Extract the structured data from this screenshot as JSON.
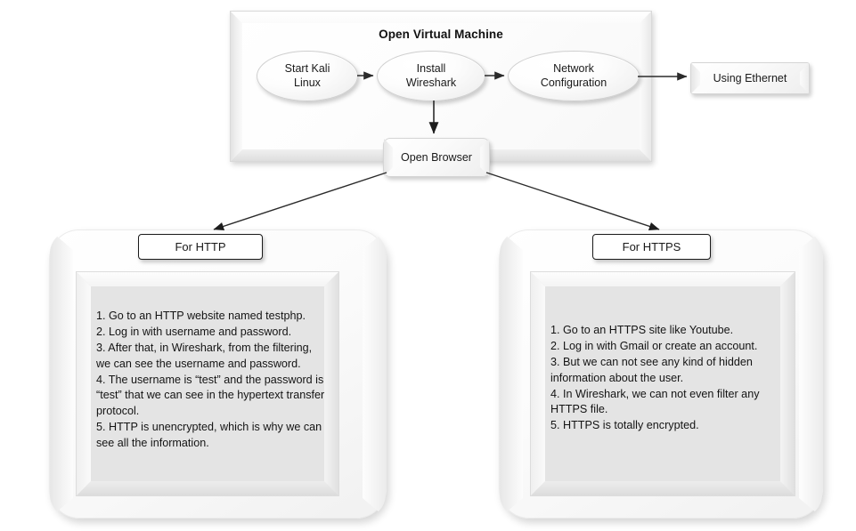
{
  "diagram": {
    "title": "Open Virtual Machine",
    "vm_container": {
      "title": "Open Virtual Machine",
      "nodes": [
        {
          "id": "start-kali-linux",
          "label": "Start Kali\nLinux",
          "shape": "ellipse"
        },
        {
          "id": "install-wireshark",
          "label": "Install\nWireshark",
          "shape": "ellipse"
        },
        {
          "id": "network-configuration",
          "label": "Network\nConfiguration",
          "shape": "ellipse"
        }
      ]
    },
    "ethernet_node": {
      "id": "using-ethernet",
      "label": "Using Ethernet",
      "shape": "rectangle"
    },
    "browser_node": {
      "id": "open-browser",
      "label": "Open Browser",
      "shape": "rectangle"
    },
    "branches": [
      {
        "id": "http",
        "label": "For HTTP",
        "steps_text": "1. Go to an HTTP website named testphp.\n2. Log in with username and password.\n3. After that, in Wireshark, from the filtering, we can see the username and password.\n4. The username is “test” and the password is “test” that we can see in the hypertext transfer protocol.\n5. HTTP is unencrypted, which is why we can see all the information.",
        "steps": [
          "1. Go to an HTTP website named testphp.",
          "2. Log in with username and password.",
          "3. After that, in Wireshark, from the filtering, we can see the username and password.",
          "4. The username is “test” and the password is “test” that we can see in the hypertext transfer protocol.",
          "5. HTTP is unencrypted, which is why we can see all the information."
        ]
      },
      {
        "id": "https",
        "label": "For HTTPS",
        "steps_text": "1. Go to an HTTPS site like Youtube.\n2. Log in with Gmail or create an account.\n3. But we can not see any kind of hidden information about the user.\n4. In Wireshark, we can not even filter any HTTPS file.\n5. HTTPS is totally encrypted.",
        "steps": [
          "1. Go to an HTTPS site like Youtube.",
          "2. Log in with Gmail or create an account.",
          "3. But we can not see any kind of hidden information about the user.",
          "4. In Wireshark, we can not even filter any HTTPS file.",
          "5. HTTPS is totally encrypted."
        ]
      }
    ],
    "edges": [
      {
        "from": "start-kali-linux",
        "to": "install-wireshark",
        "type": "arrow"
      },
      {
        "from": "install-wireshark",
        "to": "network-configuration",
        "type": "arrow"
      },
      {
        "from": "network-configuration",
        "to": "using-ethernet",
        "type": "arrow"
      },
      {
        "from": "install-wireshark",
        "to": "open-browser",
        "type": "arrow"
      },
      {
        "from": "open-browser",
        "to": "http",
        "type": "arrow"
      },
      {
        "from": "open-browser",
        "to": "https",
        "type": "arrow"
      }
    ],
    "colors": {
      "background": "#ffffff",
      "text": "#1a1a1a",
      "node_fill": "#fafafa",
      "panel_inner_fill": "#e4e4e4",
      "border": "#d5d5d5",
      "connector": "#2b2b2b"
    }
  }
}
